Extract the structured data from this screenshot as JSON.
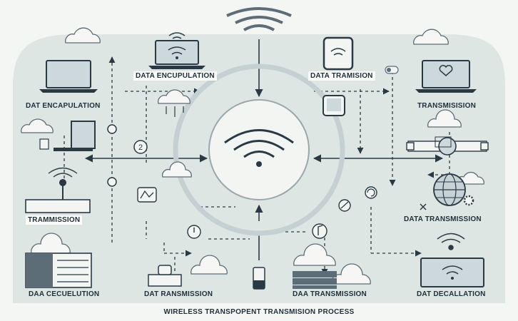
{
  "labels": {
    "data_encapsulation_top": "DATA ENCUPULATION",
    "data_transmision_top": "DATA TRAMISION",
    "dat_encapulation_left": "DAT ENCAPULATION",
    "transmisision_right": "TRANSMISISION",
    "tramission_left": "TRAMMISSION",
    "data_transmission_right": "DATA TRANSMISSION",
    "daa_cecuelution": "DAA CECUELUTION",
    "dat_ransmission": "DAT RANSMISSION",
    "daa_transmission": "DAA TRANSMISSION",
    "dat_decallation": "DAT DECALLATION"
  },
  "step_number": "2",
  "caption": "WIRELESS TRANSPOPENT TRANSMISION PROCESS",
  "colors": {
    "panel": "#dde6e3",
    "dark": "#2a3a45",
    "slate": "#5d6d78",
    "screen": "#cdd8dd",
    "cloud": "#f6f7f4",
    "accent": "#3a4b57"
  }
}
